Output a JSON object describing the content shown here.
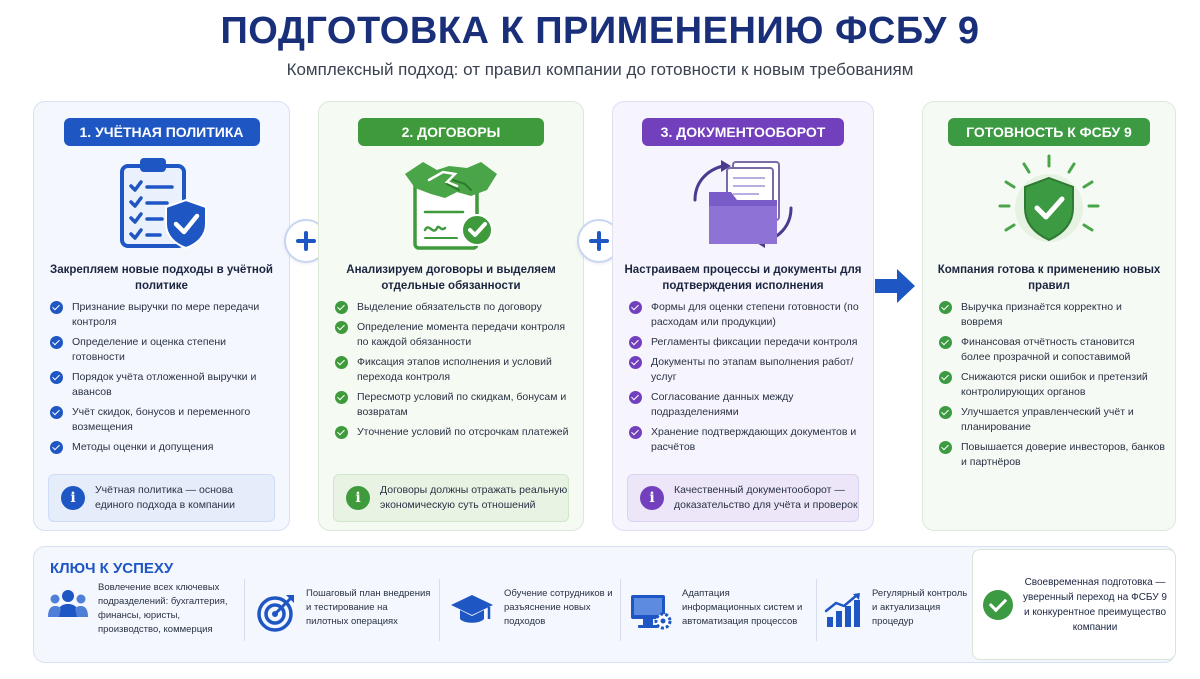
{
  "header": {
    "title": "ПОДГОТОВКА К ПРИМЕНЕНИЮ ФСБУ 9",
    "subtitle": "Комплексный подход: от правил компании до готовности к новым требованиям"
  },
  "colors": {
    "blue": "#1e56c4",
    "green": "#3f9a3c",
    "purple": "#7340bd",
    "title_navy": "#1a2f7a"
  },
  "cards": [
    {
      "label": "1. УЧЁТНАЯ ПОЛИТИКА",
      "icon": "checklist-shield-icon",
      "heading": "Закрепляем новые подходы в учётной политике",
      "items": [
        "Признание выручки по мере передачи контроля",
        "Определение и оценка степени готовности",
        "Порядок учёта отложенной выручки и авансов",
        "Учёт скидок, бонусов и переменного возмещения",
        "Методы оценки и допущения"
      ],
      "note": "Учётная политика — основа единого подхода в компании"
    },
    {
      "label": "2. ДОГОВОРЫ",
      "icon": "handshake-contract-icon",
      "heading": "Анализируем договоры и выделяем отдельные обязанности",
      "items": [
        "Выделение обязательств по договору",
        "Определение момента передачи контроля по каждой обязанности",
        "Фиксация этапов исполнения и условий перехода контроля",
        "Пересмотр условий по скидкам, бонусам и возвратам",
        "Уточнение условий по отсрочкам платежей"
      ],
      "note": "Договоры должны отражать реальную экономическую суть отношений"
    },
    {
      "label": "3. ДОКУМЕНТООБОРОТ",
      "icon": "documents-folder-icon",
      "heading": "Настраиваем процессы и документы для подтверждения исполнения",
      "items": [
        "Формы для оценки степени готовности (по расходам или продукции)",
        "Регламенты фиксации передачи контроля",
        "Документы по этапам выполнения работ/услуг",
        "Согласование данных между подразделениями",
        "Хранение подтверждающих документов и расчётов"
      ],
      "note": "Качественный документооборот — доказательство для учёта и проверок"
    },
    {
      "label": "ГОТОВНОСТЬ К ФСБУ 9",
      "icon": "shield-check-icon",
      "heading": "Компания готова к применению новых правил",
      "items": [
        "Выручка признаётся корректно и вовремя",
        "Финансовая отчётность становится более прозрачной и сопоставимой",
        "Снижаются риски ошибок и претензий контролирующих органов",
        "Улучшается управленческий учёт и планирование",
        "Повышается доверие инвесторов, банков и партнёров"
      ]
    }
  ],
  "key": {
    "title": "КЛЮЧ К УСПЕХУ",
    "items": [
      {
        "icon": "people-icon",
        "text": "Вовлечение всех ключевых подразделений: бухгалтерия, финансы, юристы, производство, коммерция"
      },
      {
        "icon": "target-icon",
        "text": "Пошаговый план внедрения и тестирование на пилотных операциях"
      },
      {
        "icon": "graduation-cap-icon",
        "text": "Обучение сотрудников и разъяснение новых подходов"
      },
      {
        "icon": "computer-gear-icon",
        "text": "Адаптация информационных систем и автоматизация процессов"
      },
      {
        "icon": "growth-chart-icon",
        "text": "Регулярный контроль и актуализация процедур"
      }
    ],
    "final": "Своевременная подготовка — уверенный переход на ФСБУ 9 и конкурентное преимущество компании"
  }
}
